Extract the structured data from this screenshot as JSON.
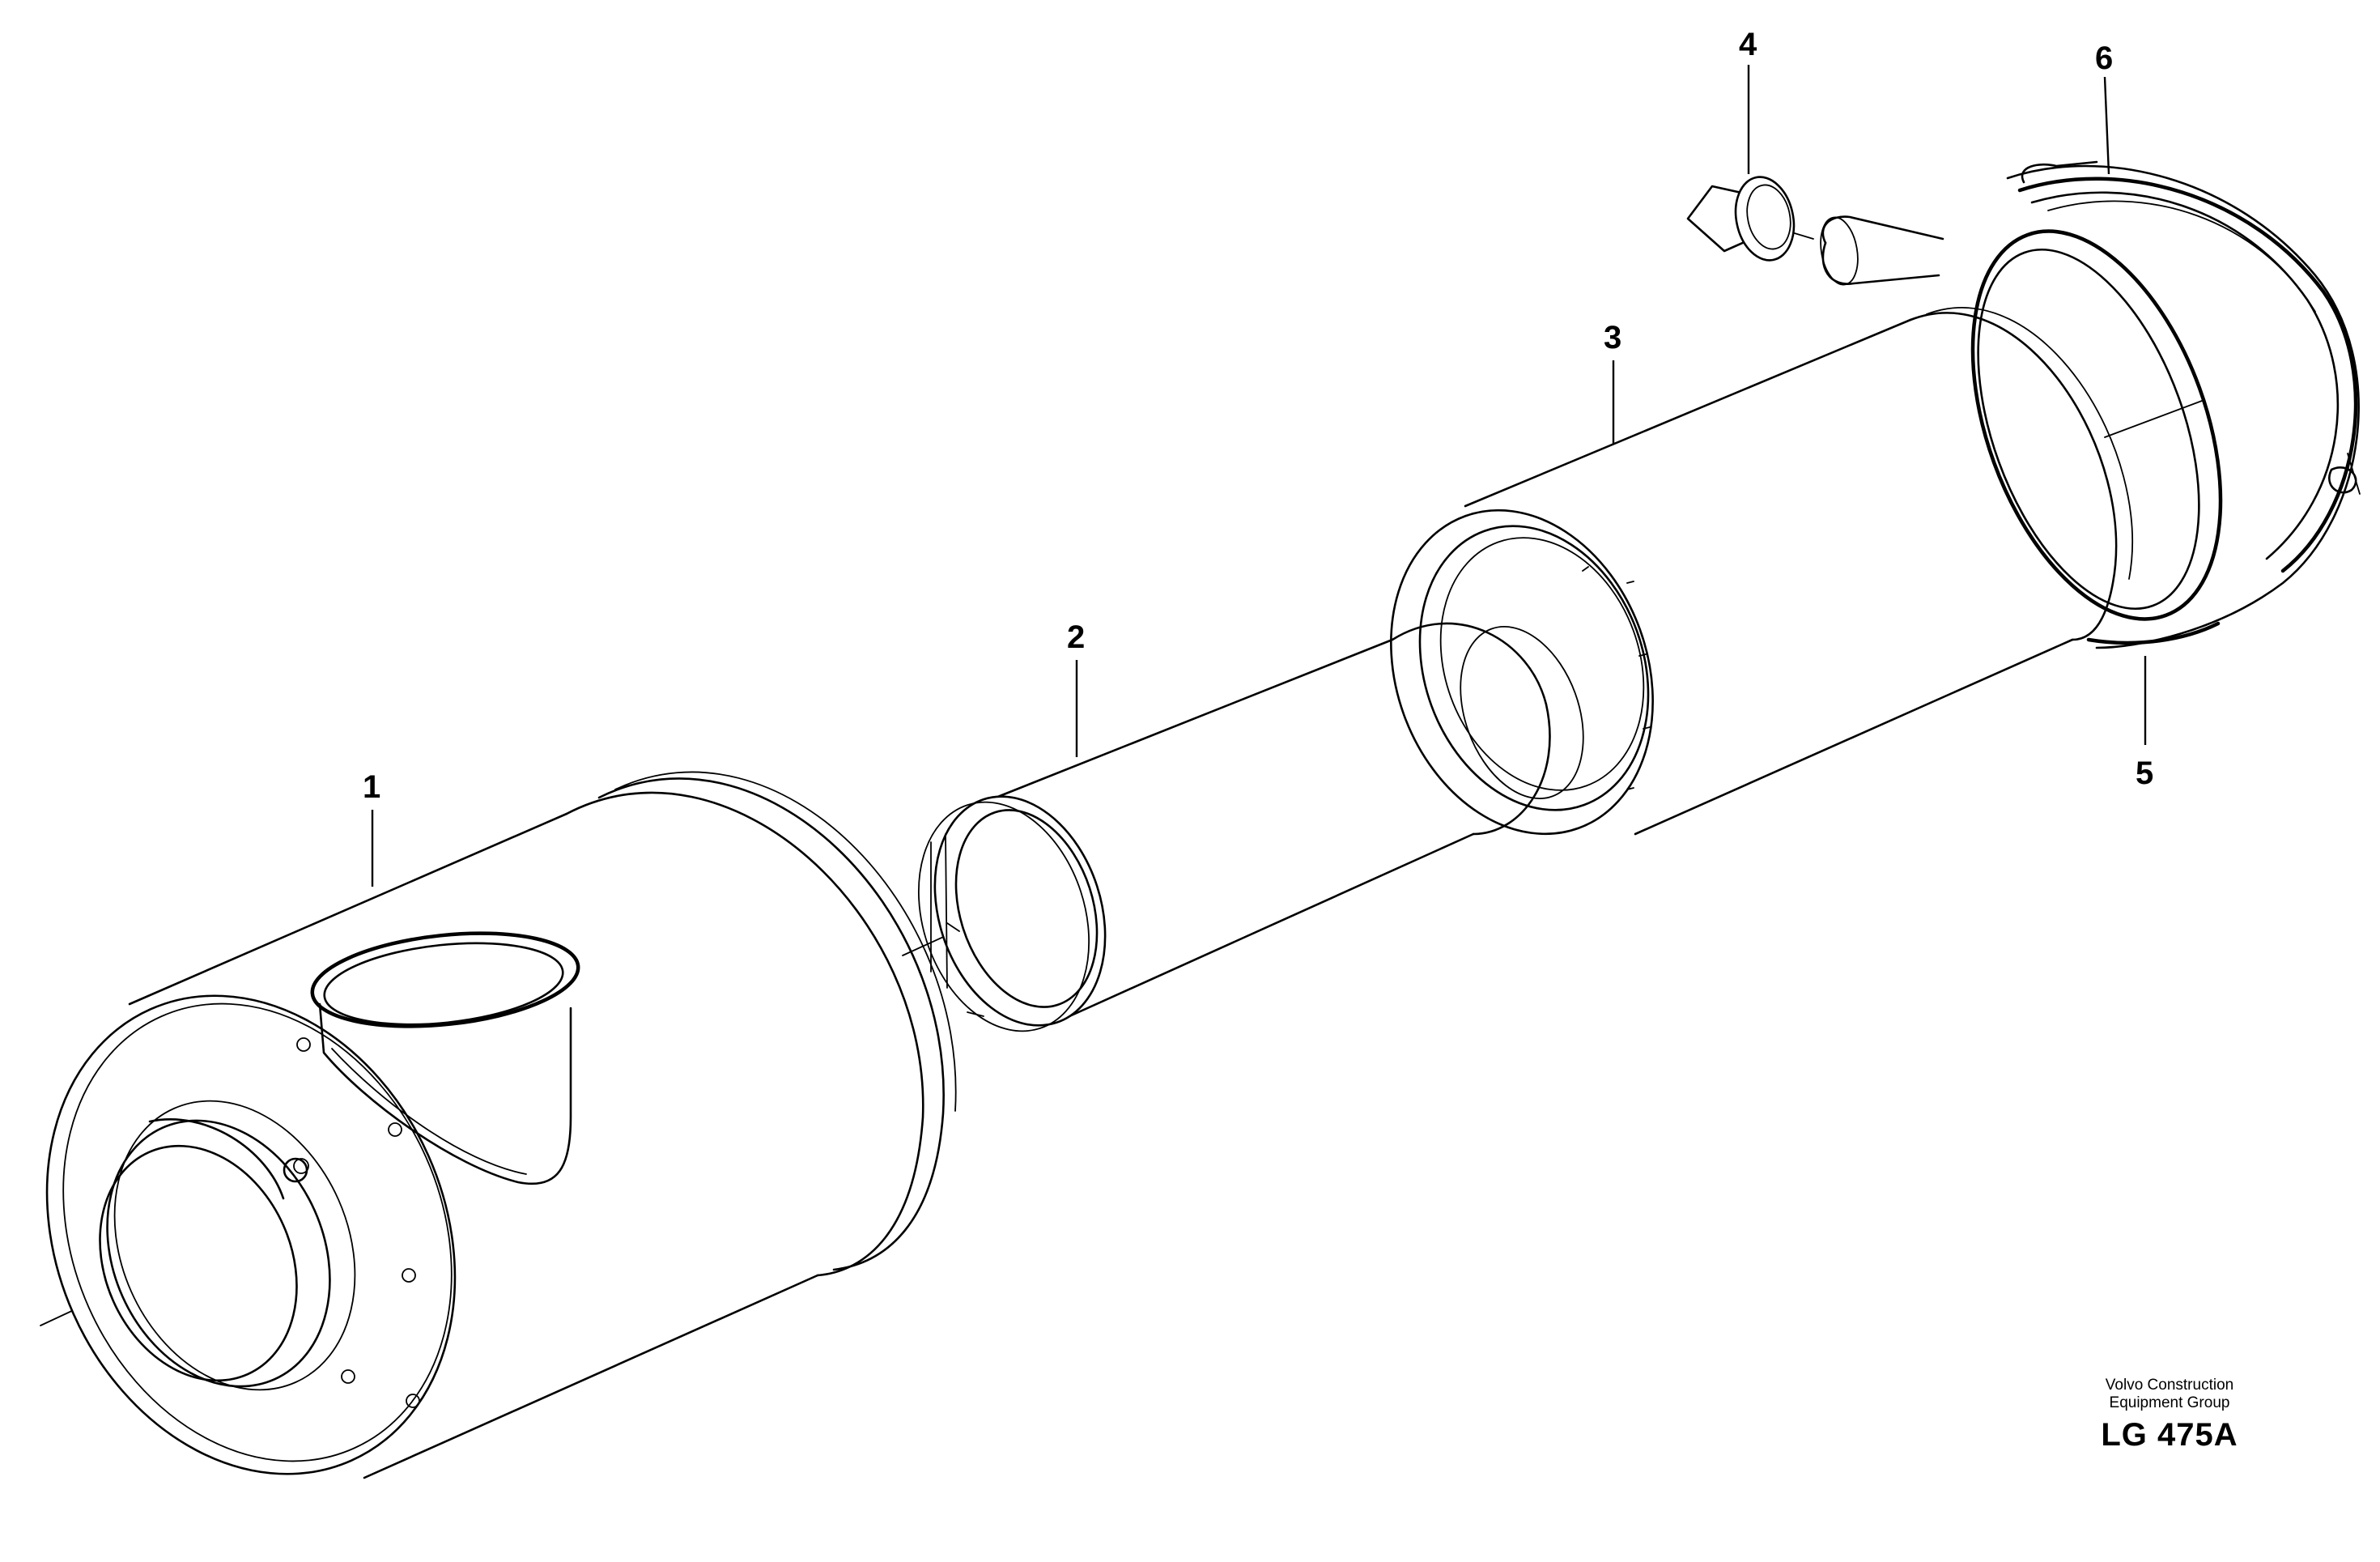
{
  "callouts": [
    {
      "id": "1",
      "label": "1"
    },
    {
      "id": "2",
      "label": "2"
    },
    {
      "id": "3",
      "label": "3"
    },
    {
      "id": "4",
      "label": "4"
    },
    {
      "id": "5",
      "label": "5"
    },
    {
      "id": "6",
      "label": "6"
    }
  ],
  "caption": {
    "company_line1": "Volvo Construction",
    "company_line2": "Equipment Group",
    "code": "LG 475A"
  }
}
